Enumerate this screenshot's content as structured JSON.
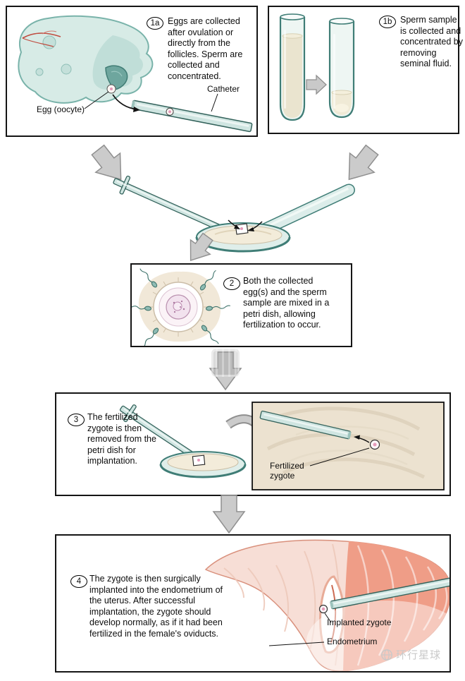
{
  "steps": {
    "s1a": {
      "badge": "1a",
      "text": "Eggs are collected after ovulation or directly from the follicles. Sperm are collected and concentrated."
    },
    "s1b": {
      "badge": "1b",
      "text": "Sperm sample is collected and concentrated by removing seminal fluid."
    },
    "s2": {
      "badge": "2",
      "text": "Both the collected egg(s) and the sperm sample are mixed in a petri dish, allowing fertilization to occur."
    },
    "s3": {
      "badge": "3",
      "text": "The fertilized zygote is then removed from the petri dish for implantation."
    },
    "s4": {
      "badge": "4",
      "text": "The zygote is then surgically implanted into the endometrium of the uterus. After successful implantation, the zygote should develop normally, as if it had been fertilized in the female's oviducts."
    }
  },
  "labels": {
    "egg_oocyte": "Egg (oocyte)",
    "catheter": "Catheter",
    "fertilized_zygote": "Fertilized zygote",
    "implanted_zygote": "Implanted zygote",
    "endometrium": "Endometrium"
  },
  "watermark": {
    "text": "环行星球"
  },
  "colors": {
    "panel_border": "#151515",
    "teal_light": "#d7ebe6",
    "teal_mid": "#9fcac3",
    "teal_dark": "#3f7d76",
    "instrument_fill": "#cfe5e1",
    "arrow_gray": "#cbcbcb",
    "arrow_outline": "#8f8f8f",
    "dish_beige": "#f3ecda",
    "inset_beige": "#ece2d0",
    "egg_pink": "#e59ab9",
    "uterus_red": "#ef9d87",
    "uterus_pale": "#f7ded6",
    "watermark_gray": "#c9c9c9"
  }
}
